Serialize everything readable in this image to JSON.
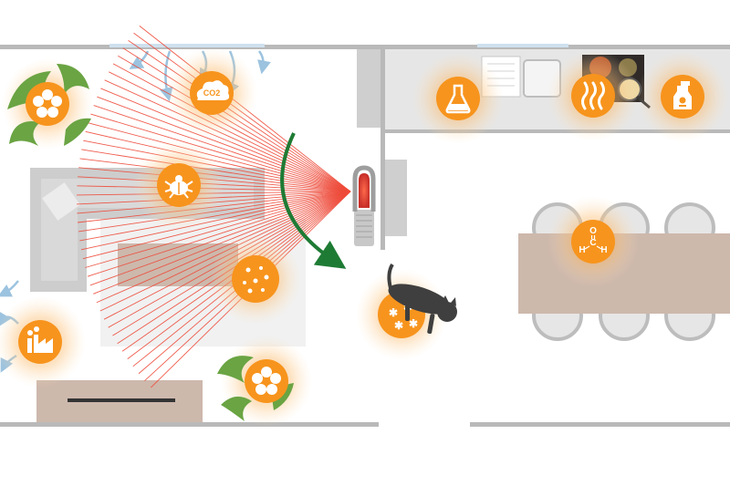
{
  "scene": {
    "colors": {
      "pollutant_orange": "#f7941d",
      "glow": "#fde3bd",
      "airflow_red": "#ee4b3a",
      "arrow_green": "#1e7b34",
      "wall": "#b9b9b9",
      "furniture": "#cdcdcd",
      "table": "#cdb8ac",
      "vent_blue": "#9cc3df",
      "plant_green": "#6aa443"
    },
    "pollutant_markers": [
      {
        "name": "pollen-icon"
      },
      {
        "name": "co2-icon",
        "label": "CO2"
      },
      {
        "name": "dust-mite-icon"
      },
      {
        "name": "particles-icon"
      },
      {
        "name": "industrial-pollution-icon"
      },
      {
        "name": "pollen-icon-2"
      },
      {
        "name": "pet-dander-icon"
      },
      {
        "name": "chemical-flask-icon"
      },
      {
        "name": "cooking-fumes-icon"
      },
      {
        "name": "cleaning-spray-icon"
      },
      {
        "name": "formaldehyde-icon",
        "formula": {
          "o": "O",
          "h1": "H",
          "c": "C",
          "h2": "H"
        }
      }
    ],
    "purifier": {
      "icon": "air-purifier-icon"
    },
    "airflow_arrow": {
      "icon": "airflow-arrow-icon"
    }
  }
}
